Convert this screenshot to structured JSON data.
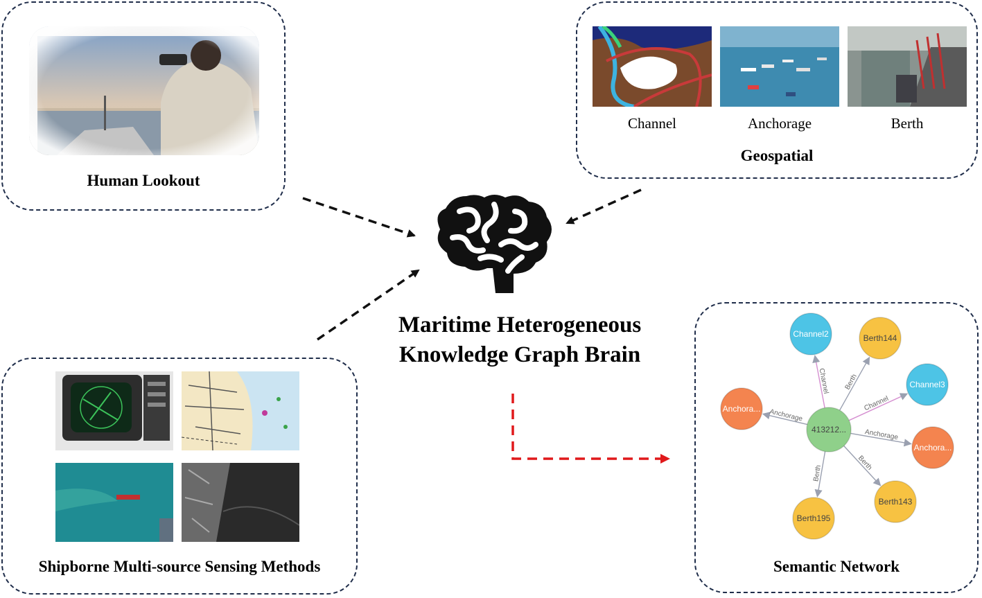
{
  "panels": {
    "human_lookout": {
      "caption": "Human Lookout"
    },
    "geospatial": {
      "caption": "Geospatial",
      "items": [
        {
          "label": "Channel"
        },
        {
          "label": "Anchorage"
        },
        {
          "label": "Berth"
        }
      ]
    },
    "sensing": {
      "caption": "Shipborne Multi-source Sensing Methods"
    },
    "semantic": {
      "caption": "Semantic Network"
    }
  },
  "center": {
    "title_line1": "Maritime Heterogeneous",
    "title_line2": "Knowledge Graph Brain",
    "icon": "brain-icon"
  },
  "graph": {
    "center_node": {
      "label": "413212...",
      "color": "#8fd08a"
    },
    "nodes": [
      {
        "id": "channel2",
        "label": "Channel2",
        "color": "#4dc4e6",
        "edge": "Channel"
      },
      {
        "id": "berth144",
        "label": "Berth144",
        "color": "#f7c242",
        "edge": "Berth"
      },
      {
        "id": "channel3",
        "label": "Channel3",
        "color": "#4dc4e6",
        "edge": "Channel"
      },
      {
        "id": "anchorage_right",
        "label": "Anchora...",
        "color": "#f4844f",
        "edge": "Anchorage"
      },
      {
        "id": "berth143",
        "label": "Berth143",
        "color": "#f7c242",
        "edge": "Berth"
      },
      {
        "id": "berth195",
        "label": "Berth195",
        "color": "#f7c242",
        "edge": "Berth"
      },
      {
        "id": "anchorage_left",
        "label": "Anchora...",
        "color": "#f4844f",
        "edge": "Anchorage"
      }
    ]
  },
  "colors": {
    "panel_border": "#1f2d4a",
    "arrow_black": "#111111",
    "arrow_red": "#e0191b"
  }
}
